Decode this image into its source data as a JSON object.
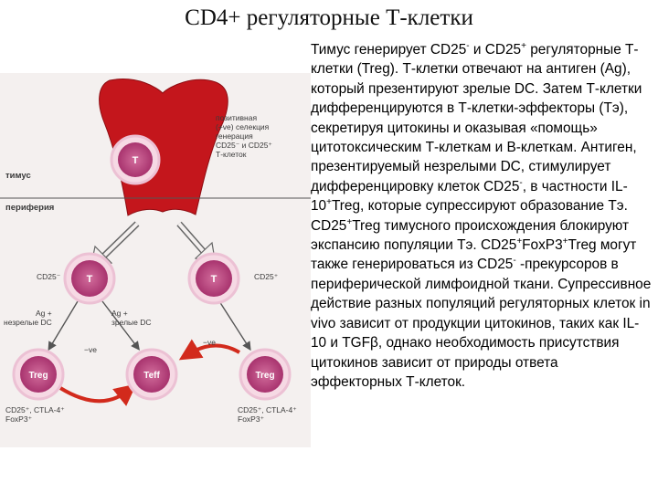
{
  "title": "CD4+ регуляторные Т-клетки",
  "figure": {
    "colors": {
      "thymus": "#c4161c",
      "cell_fill": "#f6d9e4",
      "cell_nucleus": "#a8336e",
      "cell_ring": "#ecc1d4",
      "feedback_arrow": "#d22a1c"
    },
    "thymus_label": "тимус",
    "periphery_label": "периферия",
    "selection_label": "позитивная\n(+ve) селекция\nгенерация\nCD25⁻ и CD25⁺\nТ-клеток",
    "cells": {
      "thymus_t": "T",
      "t_left": "T",
      "t_right": "T",
      "treg_left": "Treg",
      "teff": "Teff",
      "treg_right": "Treg"
    },
    "cd25_neg_label": "CD25⁻",
    "cd25_pos_label": "CD25⁺",
    "left_stimulus_label": "Ag +\nнезрелые DC",
    "right_stimulus_label": "Ag +\nзрелые DC",
    "neg_label": "−ve",
    "neg_label_right": "−ve",
    "treg_left_markers": "CD25⁺, CTLA-4⁺\nFoxP3⁺",
    "treg_right_markers": "CD25⁺, CTLA-4⁺\nFoxP3⁺"
  },
  "text": {
    "p1": "Тимус генерирует CD25",
    "sup1": "-",
    "p2": " и CD25",
    "sup2": "+",
    "p3": " регуляторные Т-клетки (Treg). Т-клетки отвечают на антиген (Ag), который презентируют зрелые DC. Затем Т-клетки дифференцируются в Т-клетки-эффекторы (Тэ), секретируя цитокины и оказывая «помощь» цитотоксическим Т-клеткам и В-клеткам. Антиген, презентируемый незрелыми DC, стимулирует дифференцировку клеток CD25",
    "sup3": "-",
    "p4": ", в частности IL-10",
    "sup4": "+",
    "p5": "Treg, которые супрессируют образование Тэ. CD25",
    "sup5": "+",
    "p6": "Treg тимусного происхождения блокируют экспансию популяции Тэ. CD25",
    "sup6": "+",
    "p7": "FoxP3",
    "sup7": "+",
    "p8": "Treg могут также генерироваться из CD25",
    "sup8": "-",
    "p9": " -прекурсоров в периферической лимфоидной ткани. Супрессивное действие разных популяций регуляторных клеток in vivo зависит от продукции цитокинов, таких как IL-10 и TGFβ, однако необходимость присутствия цитокинов зависит от природы ответа эффекторных Т-клеток."
  }
}
